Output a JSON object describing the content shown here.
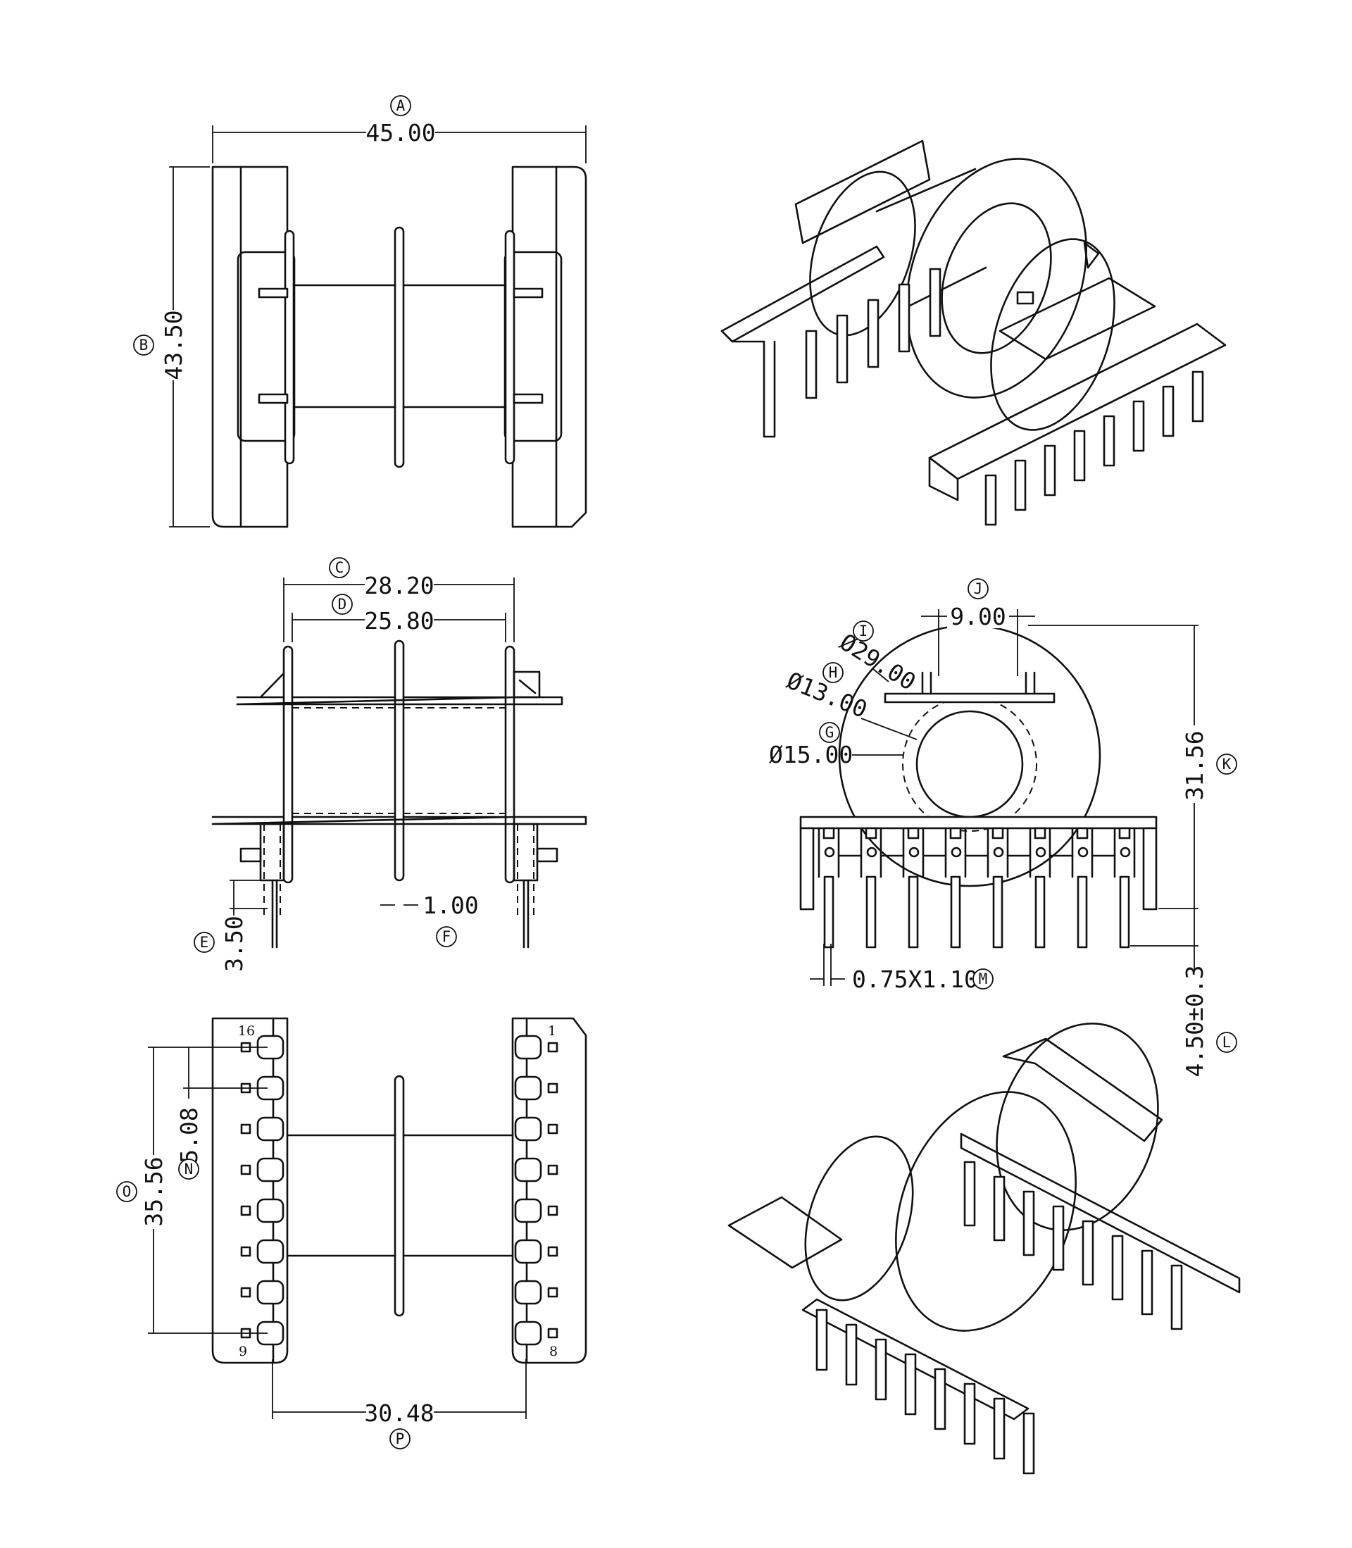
{
  "callouts": {
    "A": "A",
    "B": "B",
    "C": "C",
    "D": "D",
    "E": "E",
    "F": "F",
    "G": "G",
    "H": "H",
    "I": "I",
    "J": "J",
    "K": "K",
    "L": "L",
    "M": "M",
    "N": "N",
    "O": "O",
    "P": "P"
  },
  "dimensions": {
    "A": "45.00",
    "B": "43.50",
    "C": "28.20",
    "D": "25.80",
    "E": "3.50",
    "F": "1.00",
    "G": "15.00",
    "H": "13.00",
    "I": "29.00",
    "J": "9.00",
    "K": "31.56",
    "L": "4.50±0.3",
    "M": "0.75X1.10",
    "N": "5.08",
    "O": "35.56",
    "P": "30.48"
  },
  "diameter_symbol": "Ø",
  "pin_labels": {
    "top_left": "16",
    "top_right": "1",
    "bottom_left": "9",
    "bottom_right": "8"
  }
}
